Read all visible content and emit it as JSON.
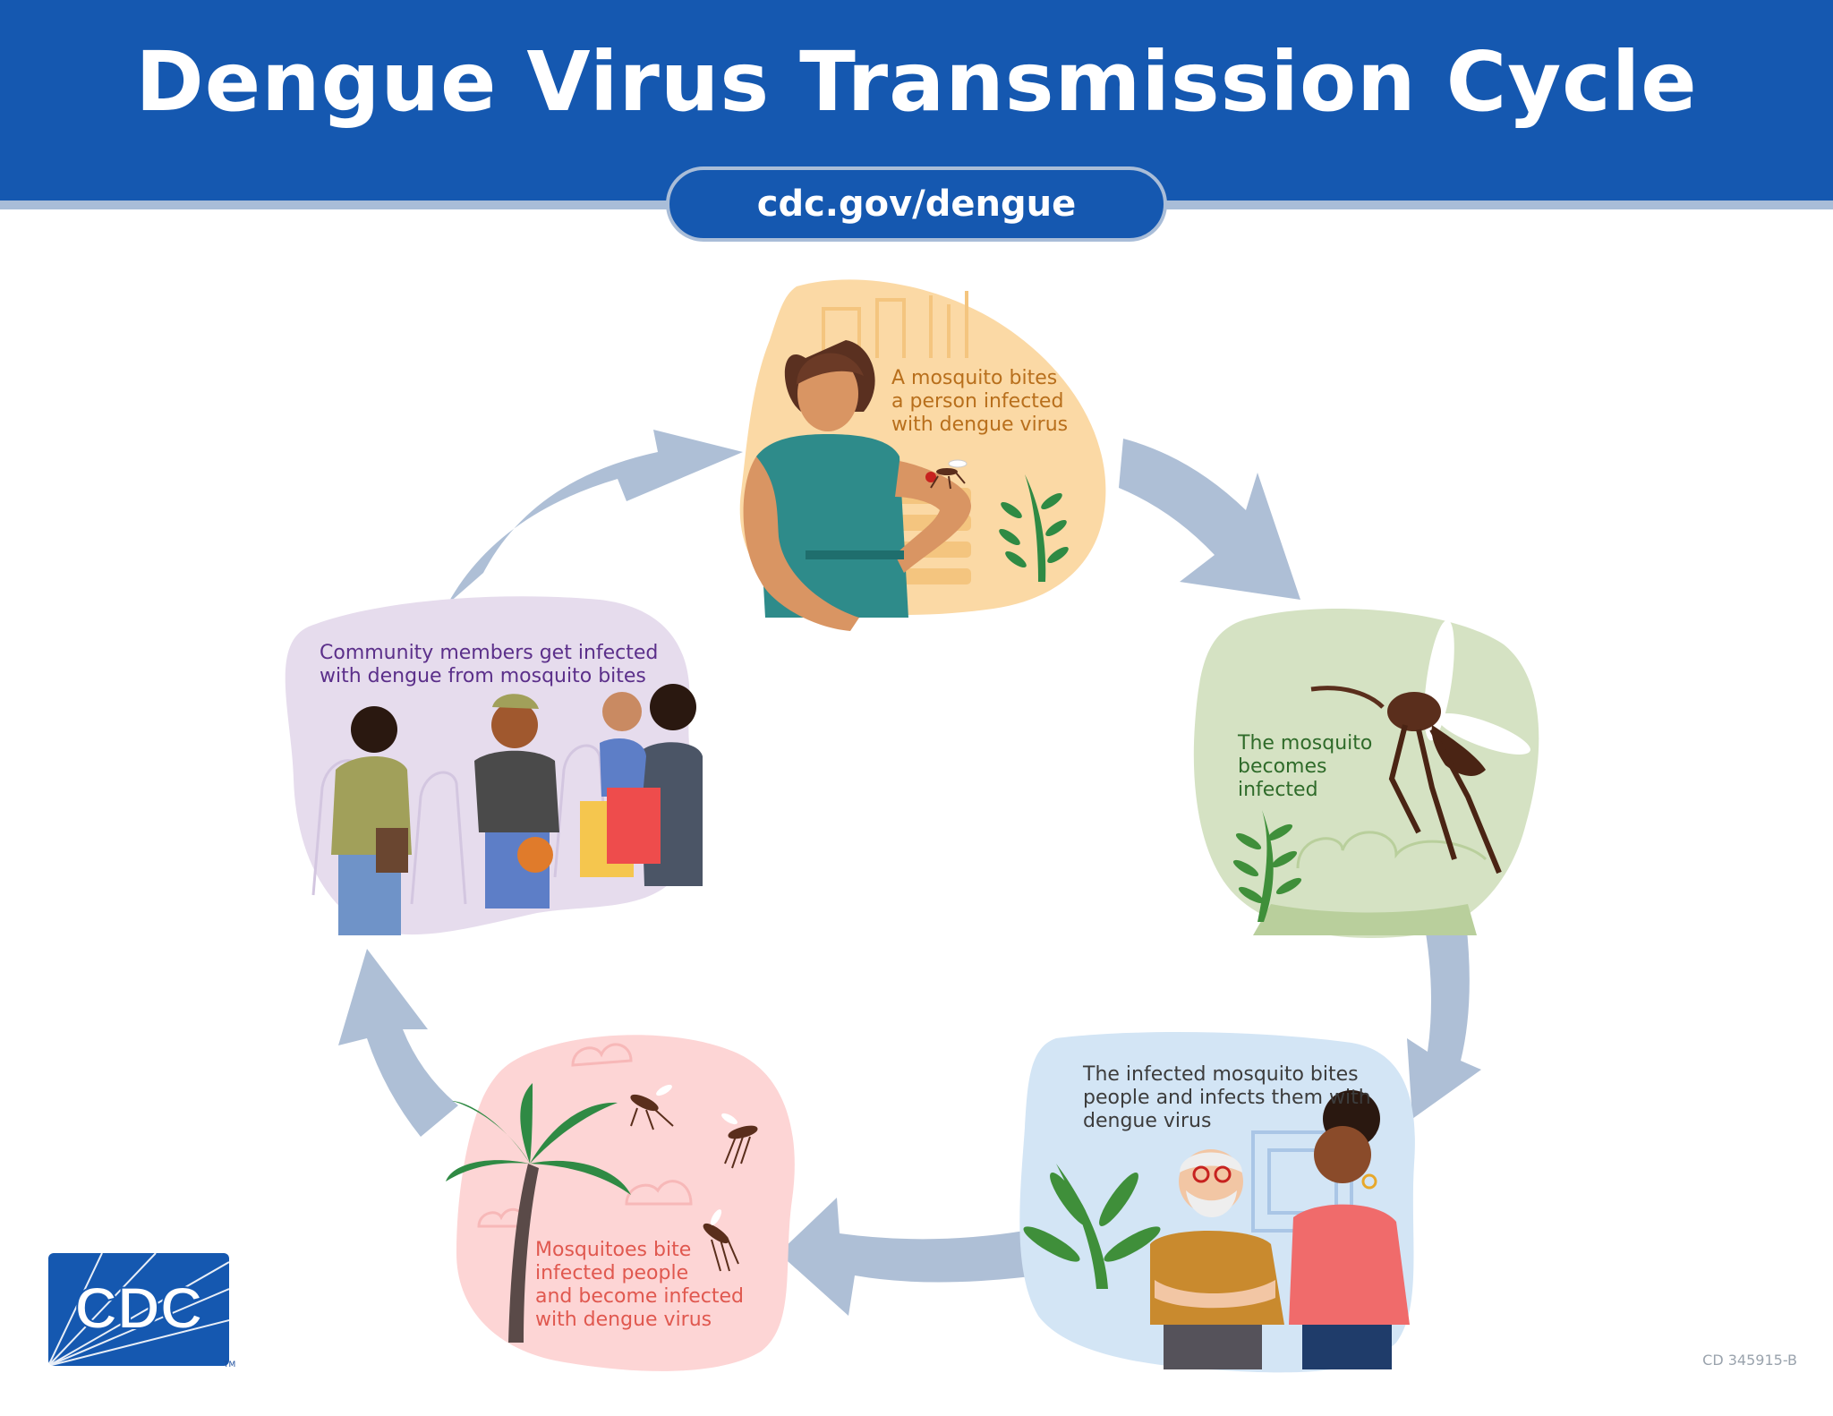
{
  "header": {
    "title": "Dengue Virus Transmission Cycle",
    "url": "cdc.gov/dengue"
  },
  "colors": {
    "header_blue": "#1558b0",
    "arrow": "#aebfd6",
    "step1_bg": "#fbd9a5",
    "step2_bg": "#d5e2c3",
    "step3_bg": "#d3e5f5",
    "step4_bg": "#fdd5d5",
    "step5_bg": "#e6dced"
  },
  "steps": [
    {
      "text": "A mosquito bites\na person infected\nwith dengue virus",
      "color": "#b86f1c"
    },
    {
      "text": "The mosquito\nbecomes\ninfected",
      "color": "#2f6b2a"
    },
    {
      "text": "The infected mosquito bites\npeople and infects them with\ndengue virus",
      "color": "#3c3c3c"
    },
    {
      "text": "Mosquitoes bite\ninfected people\nand become infected\nwith dengue virus",
      "color": "#e0584f"
    },
    {
      "text": "Community members get infected\nwith dengue from mosquito bites",
      "color": "#5b2f8a"
    }
  ],
  "logo": {
    "text": "CDC",
    "trademark": "TM"
  },
  "doc_code": "CD 345915-B"
}
